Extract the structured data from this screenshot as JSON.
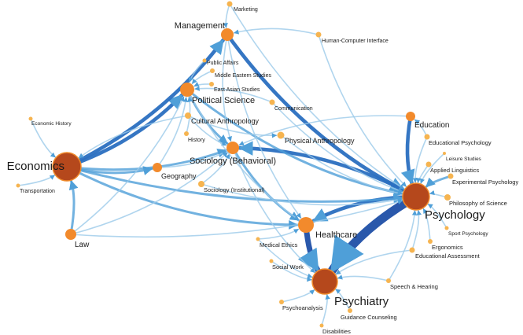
{
  "diagram": {
    "type": "network",
    "colors": {
      "hub_fill": "#b5481c",
      "hub_stroke": "#f08a2a",
      "node_fill": "#f28a2c",
      "leaf_fill": "#f6b450",
      "edge_light": "#9ccbea",
      "edge_mid": "#4f9fd8",
      "edge_dark": "#2a6fc0",
      "edge_darkest": "#1f4fa6"
    },
    "nodes": [
      {
        "id": "economics",
        "label": "Economics",
        "tier": "hub"
      },
      {
        "id": "psychology",
        "label": "Psychology",
        "tier": "hub"
      },
      {
        "id": "psychiatry",
        "label": "Psychiatry",
        "tier": "hub"
      },
      {
        "id": "management",
        "label": "Management",
        "tier": "major"
      },
      {
        "id": "political_science",
        "label": "Political Science",
        "tier": "major"
      },
      {
        "id": "sociology_behavioral",
        "label": "Sociology (Behavioral)",
        "tier": "major"
      },
      {
        "id": "healthcare",
        "label": "Healthcare",
        "tier": "major"
      },
      {
        "id": "education",
        "label": "Education",
        "tier": "major"
      },
      {
        "id": "law",
        "label": "Law",
        "tier": "major"
      },
      {
        "id": "geography",
        "label": "Geography",
        "tier": "mid"
      },
      {
        "id": "marketing",
        "label": "Marketing",
        "tier": "leaf"
      },
      {
        "id": "hci",
        "label": "Human-Computer Interface",
        "tier": "leaf"
      },
      {
        "id": "public_affairs",
        "label": "Public Affairs",
        "tier": "leaf"
      },
      {
        "id": "middle_eastern",
        "label": "Middle Eastern Studies",
        "tier": "leaf"
      },
      {
        "id": "east_asian",
        "label": "East Asian Studies",
        "tier": "leaf"
      },
      {
        "id": "communication",
        "label": "Communication",
        "tier": "leaf"
      },
      {
        "id": "cultural_anthro",
        "label": "Cultural Anthropology",
        "tier": "leaf"
      },
      {
        "id": "history",
        "label": "History",
        "tier": "leaf"
      },
      {
        "id": "physical_anthro",
        "label": "Physical Anthropology",
        "tier": "leaf"
      },
      {
        "id": "economic_history",
        "label": "Economic History",
        "tier": "leaf"
      },
      {
        "id": "transportation",
        "label": "Transportation",
        "tier": "leaf"
      },
      {
        "id": "sociology_inst",
        "label": "Sociology (Institutional)",
        "tier": "leaf"
      },
      {
        "id": "educational_psych",
        "label": "Educational Psychology",
        "tier": "leaf"
      },
      {
        "id": "leisure",
        "label": "Leisure Studies",
        "tier": "leaf"
      },
      {
        "id": "applied_ling",
        "label": "Applied Linguistics",
        "tier": "leaf"
      },
      {
        "id": "experimental_psych",
        "label": "Experimental Psychology",
        "tier": "leaf"
      },
      {
        "id": "philosophy_sci",
        "label": "Philosophy of Science",
        "tier": "leaf"
      },
      {
        "id": "sport_psych",
        "label": "Sport Psychology",
        "tier": "leaf"
      },
      {
        "id": "ergonomics",
        "label": "Ergonomics",
        "tier": "leaf"
      },
      {
        "id": "edu_assessment",
        "label": "Educational Assessment",
        "tier": "leaf"
      },
      {
        "id": "speech_hearing",
        "label": "Speech & Hearing",
        "tier": "leaf"
      },
      {
        "id": "medical_ethics",
        "label": "Medical Ethics",
        "tier": "leaf"
      },
      {
        "id": "social_work",
        "label": "Social Work",
        "tier": "leaf"
      },
      {
        "id": "psychoanalysis",
        "label": "Psychoanalysis",
        "tier": "leaf"
      },
      {
        "id": "guidance",
        "label": "Guidance Counseling",
        "tier": "leaf"
      },
      {
        "id": "disabilities",
        "label": "Disabilities",
        "tier": "leaf"
      }
    ],
    "edges": [
      {
        "from": "psychology",
        "to": "psychiatry",
        "weight": 5
      },
      {
        "from": "healthcare",
        "to": "psychiatry",
        "weight": 4
      },
      {
        "from": "psychology",
        "to": "healthcare",
        "weight": 3
      },
      {
        "from": "economics",
        "to": "political_science",
        "weight": 3
      },
      {
        "from": "economics",
        "to": "management",
        "weight": 3
      },
      {
        "from": "management",
        "to": "psychology",
        "weight": 3
      },
      {
        "from": "psychology",
        "to": "sociology_behavioral",
        "weight": 3
      },
      {
        "from": "economics",
        "to": "sociology_behavioral",
        "weight": 2
      },
      {
        "from": "economics",
        "to": "geography",
        "weight": 2
      },
      {
        "from": "economics",
        "to": "psychology",
        "weight": 2
      },
      {
        "from": "economics",
        "to": "healthcare",
        "weight": 2
      },
      {
        "from": "education",
        "to": "psychology",
        "weight": 3
      },
      {
        "from": "political_science",
        "to": "sociology_behavioral",
        "weight": 2
      },
      {
        "from": "sociology_behavioral",
        "to": "healthcare",
        "weight": 2
      },
      {
        "from": "political_science",
        "to": "psychology",
        "weight": 2
      },
      {
        "from": "law",
        "to": "economics",
        "weight": 2
      },
      {
        "from": "management",
        "to": "sociology_behavioral",
        "weight": 1
      },
      {
        "from": "marketing",
        "to": "management",
        "weight": 1
      },
      {
        "from": "marketing",
        "to": "psychology",
        "weight": 1
      },
      {
        "from": "hci",
        "to": "management",
        "weight": 1
      },
      {
        "from": "hci",
        "to": "psychology",
        "weight": 1
      },
      {
        "from": "public_affairs",
        "to": "political_science",
        "weight": 1
      },
      {
        "from": "middle_eastern",
        "to": "political_science",
        "weight": 1
      },
      {
        "from": "east_asian",
        "to": "political_science",
        "weight": 1
      },
      {
        "from": "communication",
        "to": "political_science",
        "weight": 1
      },
      {
        "from": "communication",
        "to": "psychology",
        "weight": 1
      },
      {
        "from": "cultural_anthro",
        "to": "sociology_behavioral",
        "weight": 1
      },
      {
        "from": "cultural_anthro",
        "to": "physical_anthro",
        "weight": 1
      },
      {
        "from": "cultural_anthro",
        "to": "economics",
        "weight": 1
      },
      {
        "from": "history",
        "to": "political_science",
        "weight": 1
      },
      {
        "from": "physical_anthro",
        "to": "psychology",
        "weight": 1
      },
      {
        "from": "economic_history",
        "to": "economics",
        "weight": 1
      },
      {
        "from": "transportation",
        "to": "economics",
        "weight": 1
      },
      {
        "from": "sociology_inst",
        "to": "sociology_behavioral",
        "weight": 1
      },
      {
        "from": "sociology_inst",
        "to": "psychology",
        "weight": 1
      },
      {
        "from": "geography",
        "to": "sociology_behavioral",
        "weight": 1
      },
      {
        "from": "geography",
        "to": "political_science",
        "weight": 1
      },
      {
        "from": "law",
        "to": "psychology",
        "weight": 1
      },
      {
        "from": "law",
        "to": "sociology_behavioral",
        "weight": 1
      },
      {
        "from": "law",
        "to": "political_science",
        "weight": 1
      },
      {
        "from": "educational_psych",
        "to": "psychology",
        "weight": 1
      },
      {
        "from": "educational_psych",
        "to": "education",
        "weight": 1
      },
      {
        "from": "leisure",
        "to": "psychology",
        "weight": 1
      },
      {
        "from": "applied_ling",
        "to": "psychology",
        "weight": 1
      },
      {
        "from": "experimental_psych",
        "to": "psychology",
        "weight": 2
      },
      {
        "from": "philosophy_sci",
        "to": "psychology",
        "weight": 1
      },
      {
        "from": "sport_psych",
        "to": "psychology",
        "weight": 1
      },
      {
        "from": "ergonomics",
        "to": "psychology",
        "weight": 1
      },
      {
        "from": "edu_assessment",
        "to": "psychology",
        "weight": 1
      },
      {
        "from": "edu_assessment",
        "to": "psychiatry",
        "weight": 1
      },
      {
        "from": "speech_hearing",
        "to": "psychology",
        "weight": 1
      },
      {
        "from": "speech_hearing",
        "to": "psychiatry",
        "weight": 1
      },
      {
        "from": "medical_ethics",
        "to": "healthcare",
        "weight": 1
      },
      {
        "from": "medical_ethics",
        "to": "psychiatry",
        "weight": 1
      },
      {
        "from": "social_work",
        "to": "psychiatry",
        "weight": 1
      },
      {
        "from": "psychoanalysis",
        "to": "psychiatry",
        "weight": 1
      },
      {
        "from": "guidance",
        "to": "psychiatry",
        "weight": 1
      },
      {
        "from": "disabilities",
        "to": "psychiatry",
        "weight": 1
      },
      {
        "from": "education",
        "to": "sociology_behavioral",
        "weight": 1
      },
      {
        "from": "sociology_behavioral",
        "to": "psychiatry",
        "weight": 1
      },
      {
        "from": "political_science",
        "to": "healthcare",
        "weight": 1
      },
      {
        "from": "management",
        "to": "healthcare",
        "weight": 1
      }
    ]
  }
}
